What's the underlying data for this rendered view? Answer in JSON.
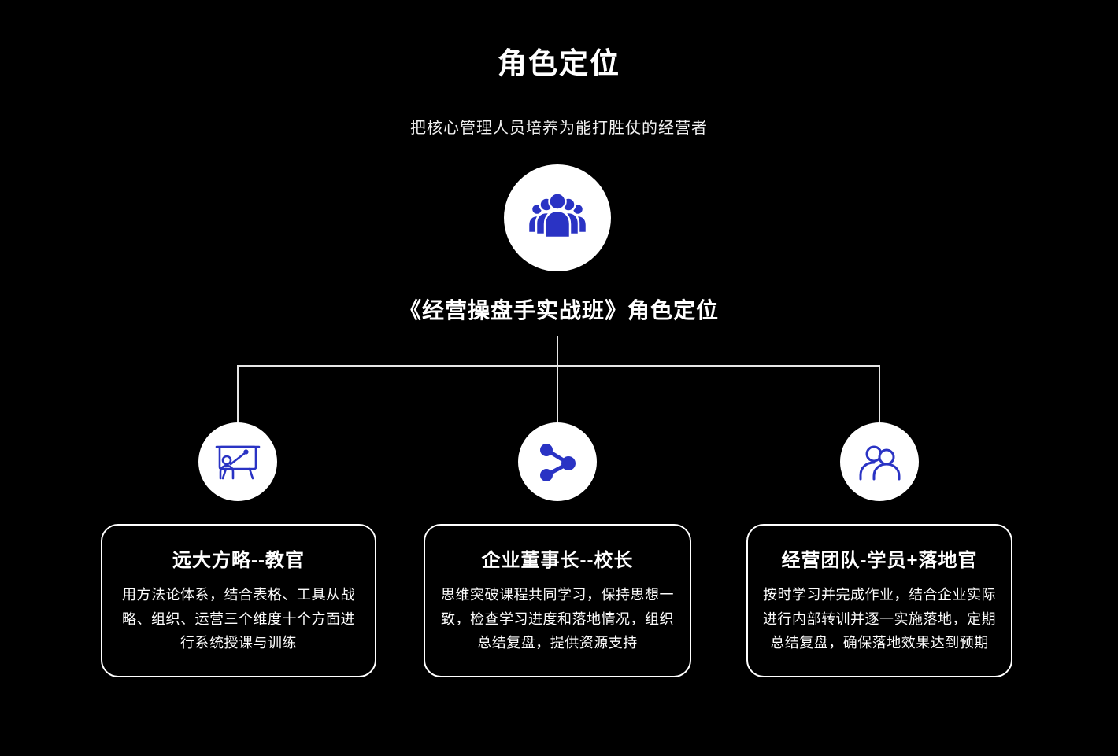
{
  "page": {
    "title": "角色定位",
    "subtitle": "把核心管理人员培养为能打胜仗的经营者",
    "diagram_title": "《经营操盘手实战班》角色定位"
  },
  "colors": {
    "background": "#000000",
    "accent_blue": "#2a33c4",
    "connector_line": "#e6e6e6",
    "card_border": "#ffffff",
    "circle_fill": "#ffffff"
  },
  "icons": {
    "top": "team-group-icon",
    "roles": [
      "presenter-board-icon",
      "share-network-icon",
      "people-outline-icon"
    ]
  },
  "roles": [
    {
      "title": "远大方略--教官",
      "description": "用方法论体系，结合表格、工具从战略、组织、运营三个维度十个方面进行系统授课与训练"
    },
    {
      "title": "企业董事长--校长",
      "description": "思维突破课程共同学习，保持思想一致，检查学习进度和落地情况，组织总结复盘，提供资源支持"
    },
    {
      "title": "经营团队-学员+落地官",
      "description": "按时学习并完成作业，结合企业实际进行内部转训并逐一实施落地，定期总结复盘，确保落地效果达到预期"
    }
  ]
}
